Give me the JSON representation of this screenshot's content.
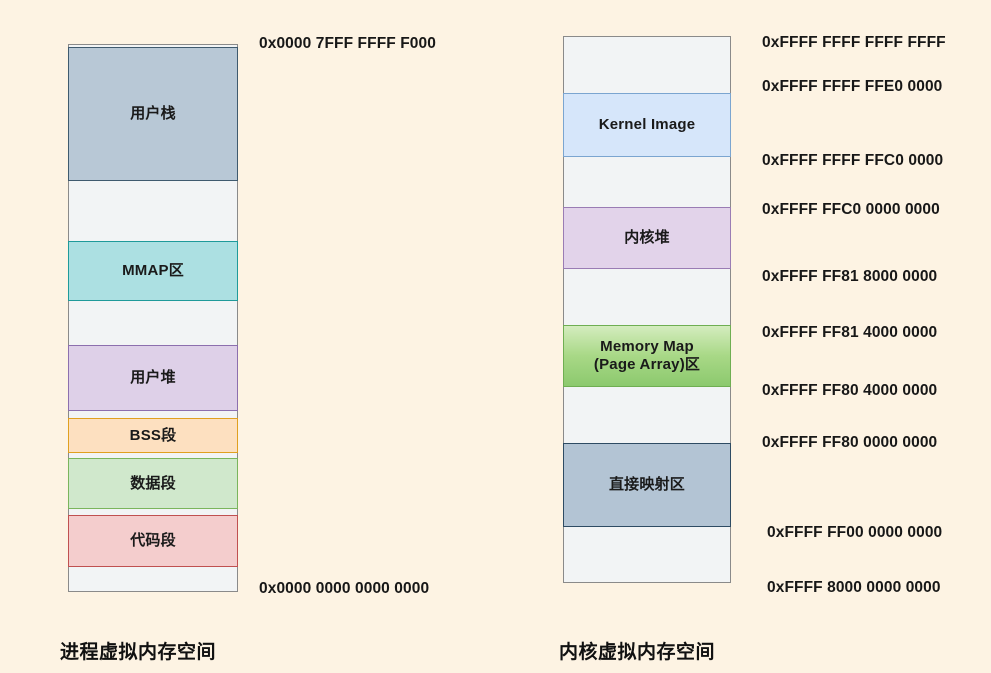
{
  "background_color": "#fdf3e3",
  "process_space": {
    "caption": "进程虚拟内存空间",
    "segments": [
      {
        "key": "user_stack",
        "label": "用户栈",
        "fill": "#b8c8d6",
        "border": "#3f5a6e"
      },
      {
        "key": "mmap",
        "label": "MMAP区",
        "fill": "#ace0e2",
        "border": "#1f9a9a"
      },
      {
        "key": "user_heap",
        "label": "用户堆",
        "fill": "#ded0e8",
        "border": "#8c6fae"
      },
      {
        "key": "bss",
        "label": "BSS段",
        "fill": "#fde0c0",
        "border": "#e0a020"
      },
      {
        "key": "data",
        "label": "数据段",
        "fill": "#d0e8cc",
        "border": "#7ab55c"
      },
      {
        "key": "text",
        "label": "代码段",
        "fill": "#f4cdcd",
        "border": "#c05050"
      }
    ],
    "addresses": {
      "top": "0x0000 7FFF FFFF F000",
      "bottom": "0x0000 0000 0000 0000"
    }
  },
  "kernel_space": {
    "caption": "内核虚拟内存空间",
    "segments": [
      {
        "key": "kernel_image",
        "label": "Kernel Image",
        "fill": "#d6e6fa",
        "border": "#7ba5d0"
      },
      {
        "key": "kernel_heap",
        "label": "内核堆",
        "fill": "#e2d3ea",
        "border": "#9a7cb4"
      },
      {
        "key": "memory_map",
        "label": "Memory Map\n(Page Array)区",
        "fill": "#8cc96e",
        "border": "#6fae52"
      },
      {
        "key": "direct_map",
        "label": "直接映射区",
        "fill": "#b3c4d4",
        "border": "#2e4b63"
      }
    ],
    "addresses": {
      "a0": "0xFFFF FFFF FFFF FFFF",
      "a1": "0xFFFF FFFF FFE0 0000",
      "a2": "0xFFFF FFFF FFC0 0000",
      "a3": "0xFFFF FFC0 0000 0000",
      "a4": "0xFFFF FF81 8000 0000",
      "a5": "0xFFFF FF81 4000 0000",
      "a6": "0xFFFF FF80 4000 0000",
      "a7": "0xFFFF FF80 0000 0000",
      "a8": "0xFFFF FF00 0000 0000",
      "a9": "0xFFFF 8000 0000 0000"
    }
  }
}
